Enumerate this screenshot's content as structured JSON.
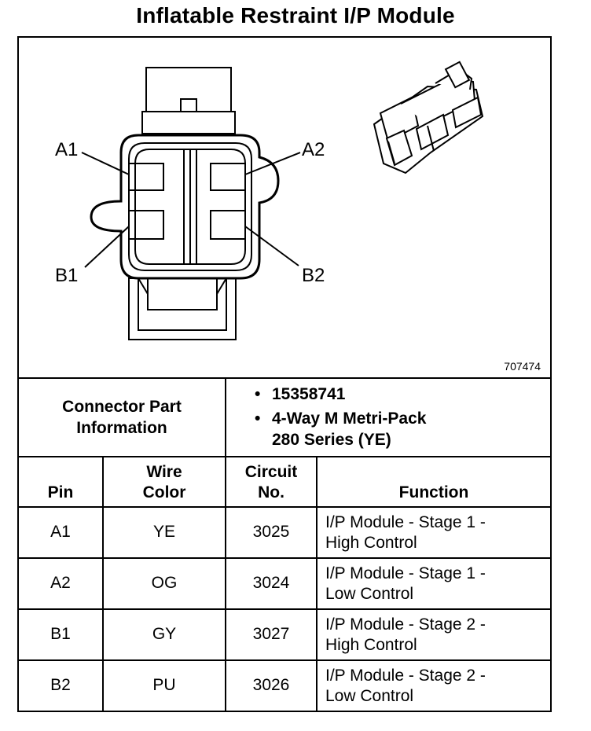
{
  "title": "Inflatable Restraint I/P Module",
  "diagram": {
    "pin_labels": {
      "a1": "A1",
      "a2": "A2",
      "b1": "B1",
      "b2": "B2"
    },
    "part_number": "707474"
  },
  "connector_info": {
    "heading_line1": "Connector Part",
    "heading_line2": "Information",
    "bullets": [
      "15358741",
      "4-Way M Metri-Pack",
      "280 Series (YE)"
    ]
  },
  "table": {
    "headers": {
      "pin": "Pin",
      "wire_line1": "Wire",
      "wire_line2": "Color",
      "circuit_line1": "Circuit",
      "circuit_line2": "No.",
      "function": "Function"
    },
    "rows": [
      {
        "pin": "A1",
        "color": "YE",
        "circuit": "3025",
        "function_line1": "I/P Module - Stage 1 -",
        "function_line2": "High Control"
      },
      {
        "pin": "A2",
        "color": "OG",
        "circuit": "3024",
        "function_line1": "I/P Module - Stage 1 -",
        "function_line2": "Low Control"
      },
      {
        "pin": "B1",
        "color": "GY",
        "circuit": "3027",
        "function_line1": "I/P Module - Stage 2 -",
        "function_line2": "High Control"
      },
      {
        "pin": "B2",
        "color": "PU",
        "circuit": "3026",
        "function_line1": "I/P Module - Stage 2 -",
        "function_line2": "Low Control"
      }
    ]
  }
}
